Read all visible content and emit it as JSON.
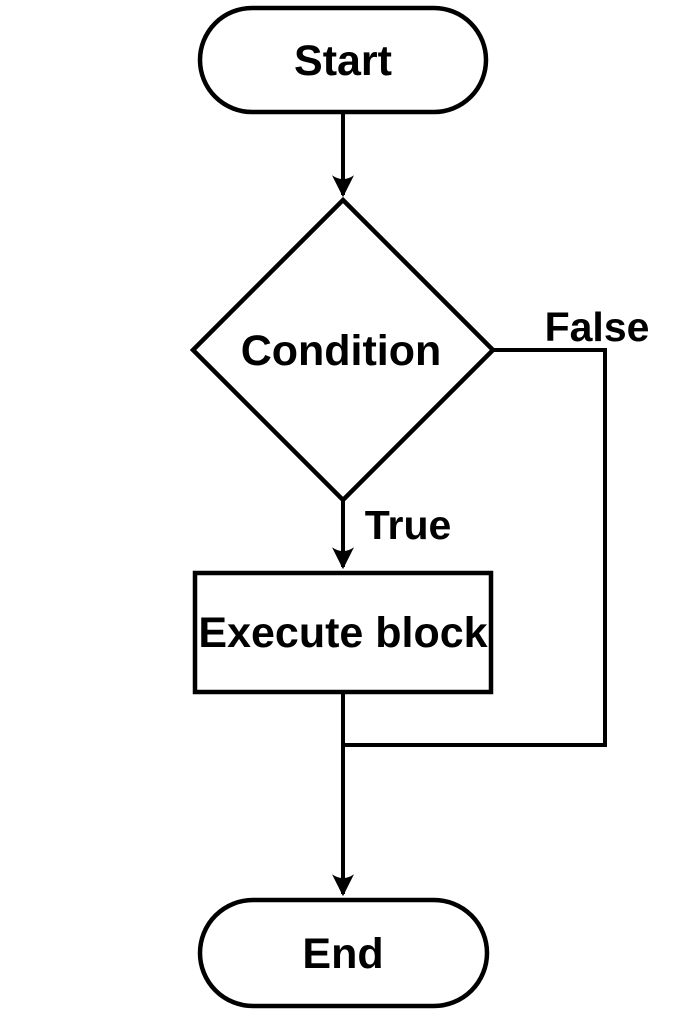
{
  "diagram": {
    "type": "flowchart",
    "background_color": "#ffffff",
    "stroke_color": "#000000",
    "nodes": [
      {
        "id": "start",
        "type": "terminator",
        "label": "Start"
      },
      {
        "id": "condition",
        "type": "decision",
        "label": "Condition"
      },
      {
        "id": "execute",
        "type": "process",
        "label": "Execute block"
      },
      {
        "id": "end",
        "type": "terminator",
        "label": "End"
      }
    ],
    "edges": [
      {
        "id": "start-to-condition",
        "from": "start",
        "to": "condition",
        "label": ""
      },
      {
        "id": "condition-to-execute",
        "from": "condition",
        "to": "execute",
        "label": "True"
      },
      {
        "id": "condition-to-end",
        "from": "condition",
        "to": "end",
        "label": "False"
      },
      {
        "id": "execute-to-end",
        "from": "execute",
        "to": "end",
        "label": ""
      }
    ]
  }
}
